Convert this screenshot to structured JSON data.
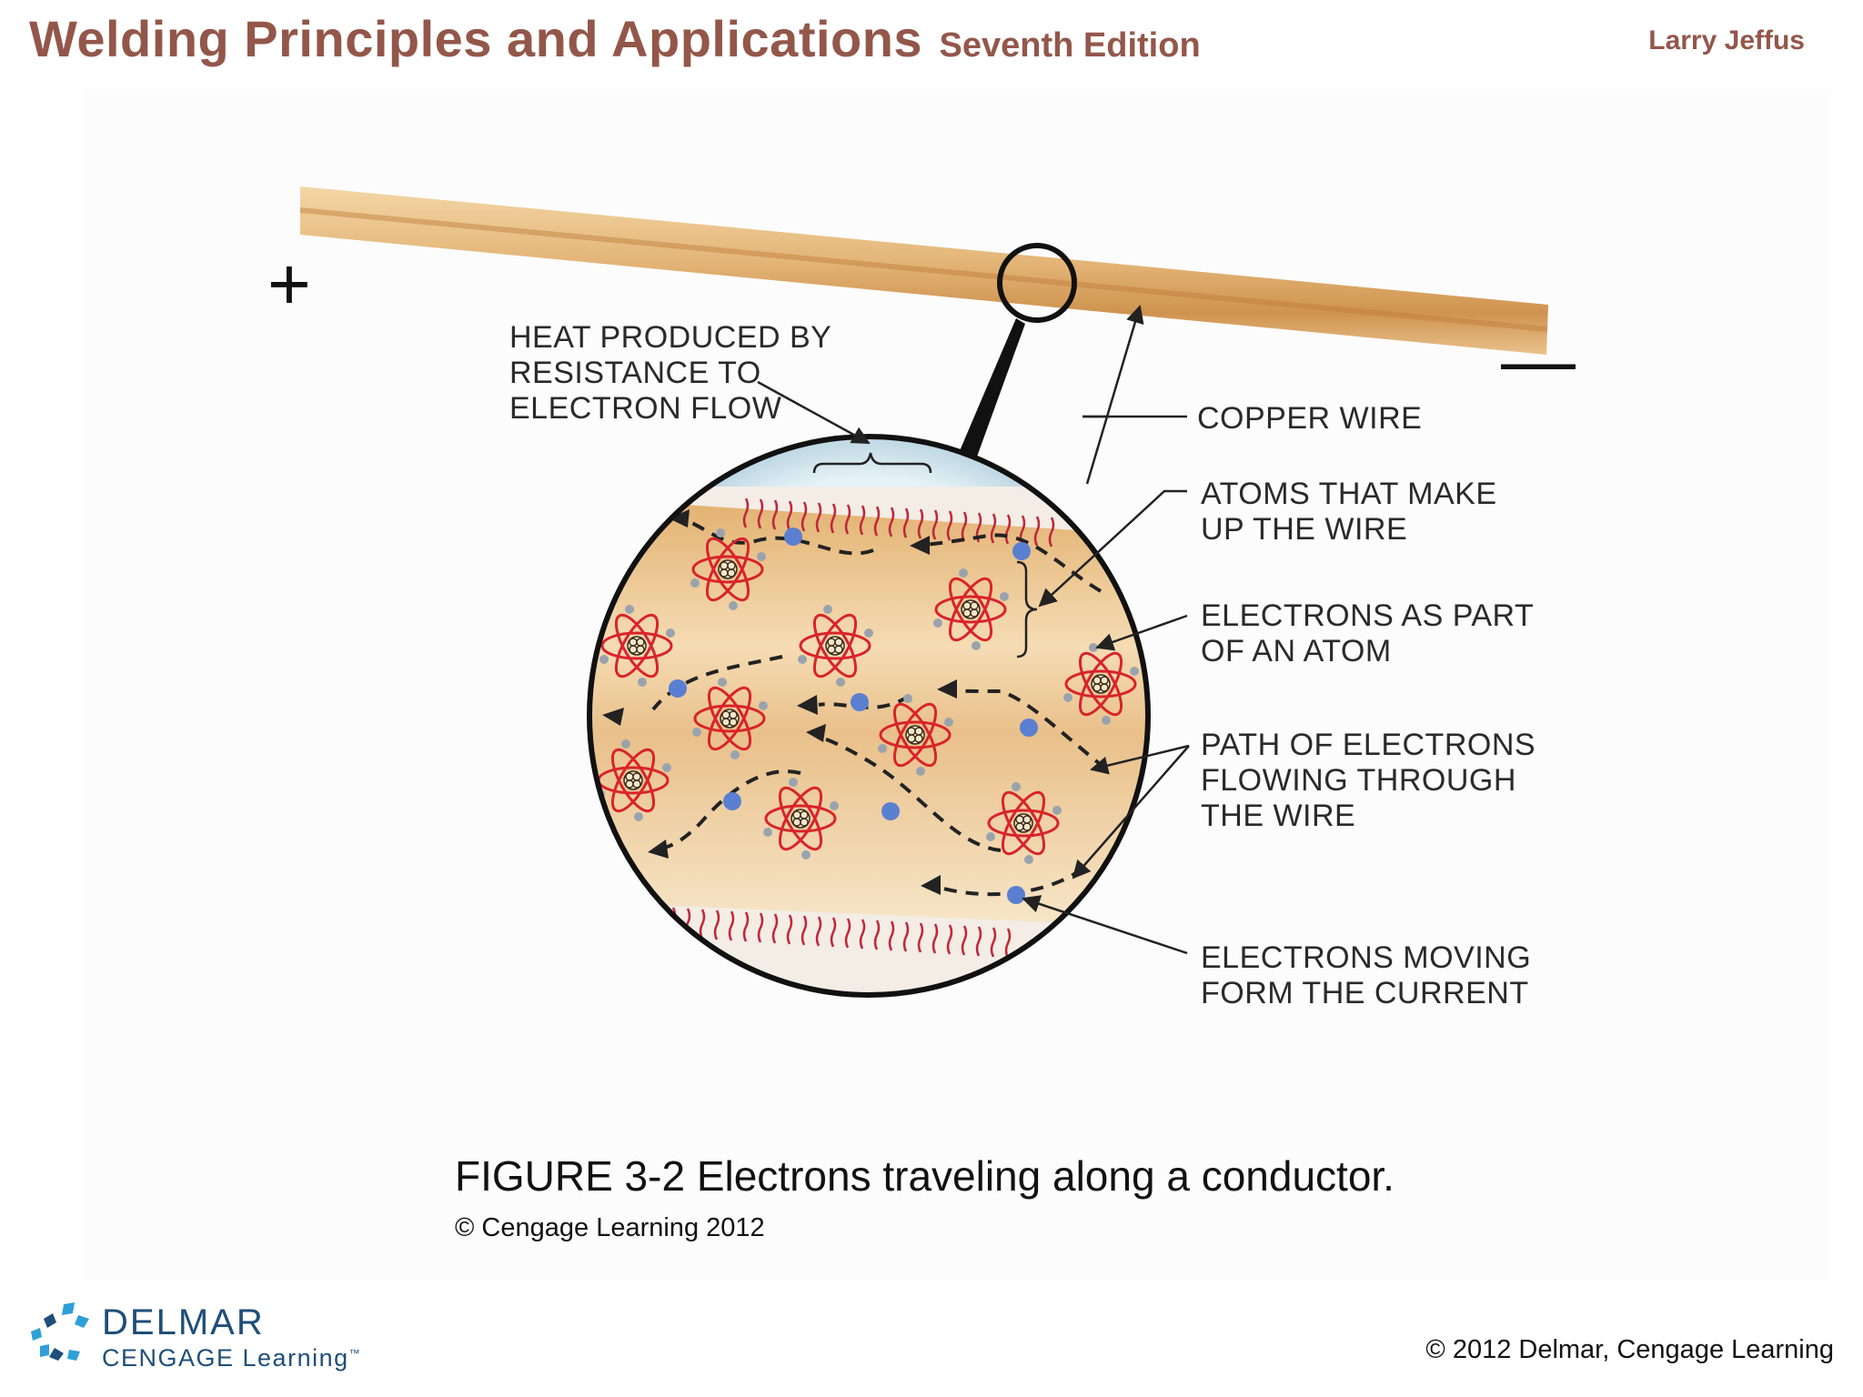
{
  "header": {
    "title": "Welding Principles and Applications",
    "edition": "Seventh Edition",
    "author": "Larry Jeffus"
  },
  "diagram": {
    "plus_sign": "+",
    "minus_sign": "—",
    "labels": {
      "heat": [
        "HEAT PRODUCED BY",
        "RESISTANCE TO",
        "ELECTRON FLOW"
      ],
      "copper_wire": [
        "COPPER WIRE"
      ],
      "atoms": [
        "ATOMS THAT MAKE",
        "UP THE WIRE"
      ],
      "electrons_atom": [
        "ELECTRONS AS PART",
        "OF AN ATOM"
      ],
      "path": [
        "PATH OF ELECTRONS",
        "FLOWING THROUGH",
        "THE WIRE"
      ],
      "moving": [
        "ELECTRONS MOVING",
        "FORM THE CURRENT"
      ]
    },
    "colors": {
      "wire": "#e3b577",
      "wire_core": "#c88a45",
      "atom_orbit": "#d9232a",
      "electron": "#5b7fd0",
      "label_text": "#2a2a2a",
      "heat_marks": "#c0283a"
    }
  },
  "caption": {
    "text": "FIGURE 3-2 Electrons traveling along a conductor.",
    "credit": "© Cengage Learning 2012"
  },
  "footer": {
    "logo_line1": "DELMAR",
    "logo_line2": "CENGAGE Learning",
    "logo_tm": "™",
    "copyright": "© 2012 Delmar, Cengage Learning"
  }
}
